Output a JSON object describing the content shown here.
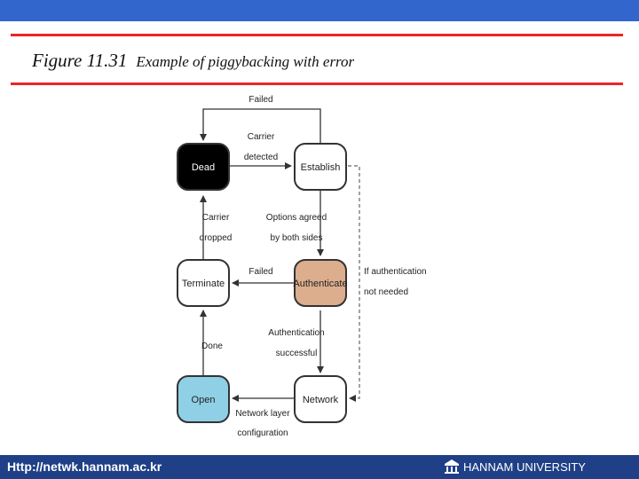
{
  "colors": {
    "top_bar": "#3366cc",
    "rule": "#e8262a",
    "footer_bar": "#1f3f86",
    "node_dead": "#000000",
    "node_authenticate": "#dcae8e",
    "node_open": "#8fd0e6",
    "node_default": "#ffffff"
  },
  "caption": {
    "figure_number": "Figure 11.31",
    "title": "Example of piggybacking with error"
  },
  "diagram": {
    "nodes": {
      "dead": "Dead",
      "establish": "Establish",
      "terminate": "Terminate",
      "authenticate": "Authenticate",
      "open": "Open",
      "network": "Network"
    },
    "edges": {
      "failed_top": "Failed",
      "carrier_detected": [
        "Carrier",
        "detected"
      ],
      "carrier_dropped": [
        "Carrier",
        "dropped"
      ],
      "options_agreed": [
        "Options agreed",
        "by both sides"
      ],
      "failed_mid": "Failed",
      "auth_not_needed": [
        "If authentication",
        "not needed"
      ],
      "done": "Done",
      "auth_successful": [
        "Authentication",
        "successful"
      ],
      "network_layer_config": [
        "Network layer",
        "configuration"
      ]
    }
  },
  "footer": {
    "url": "Http://netwk.hannam.ac.kr",
    "university": "HANNAM  UNIVERSITY",
    "logo_icon": "university-emblem-icon"
  }
}
